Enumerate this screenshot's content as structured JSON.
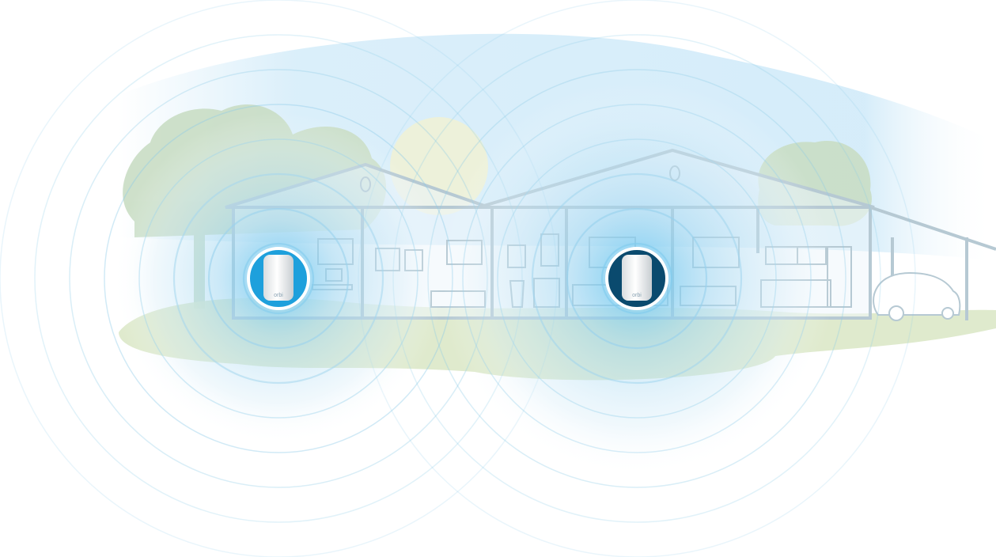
{
  "illustration": {
    "subject": "mesh-wifi-coverage",
    "units": [
      {
        "id": "router",
        "label": "orbi",
        "ring_color": "#1ea0dc",
        "icon": "router-icon"
      },
      {
        "id": "satellite",
        "label": "orbi",
        "ring_color": "#0a4a6e",
        "icon": "satellite-icon"
      }
    ],
    "colors": {
      "sky_glow": "#bfe3f7",
      "signal_ring": "#8ccbe8",
      "trees": "#c9ddc4",
      "ground": "#dbe8c8",
      "house_outline": "#b6c9d3",
      "house_fill": "#eef6fb",
      "sun": "#eef1d6"
    }
  }
}
